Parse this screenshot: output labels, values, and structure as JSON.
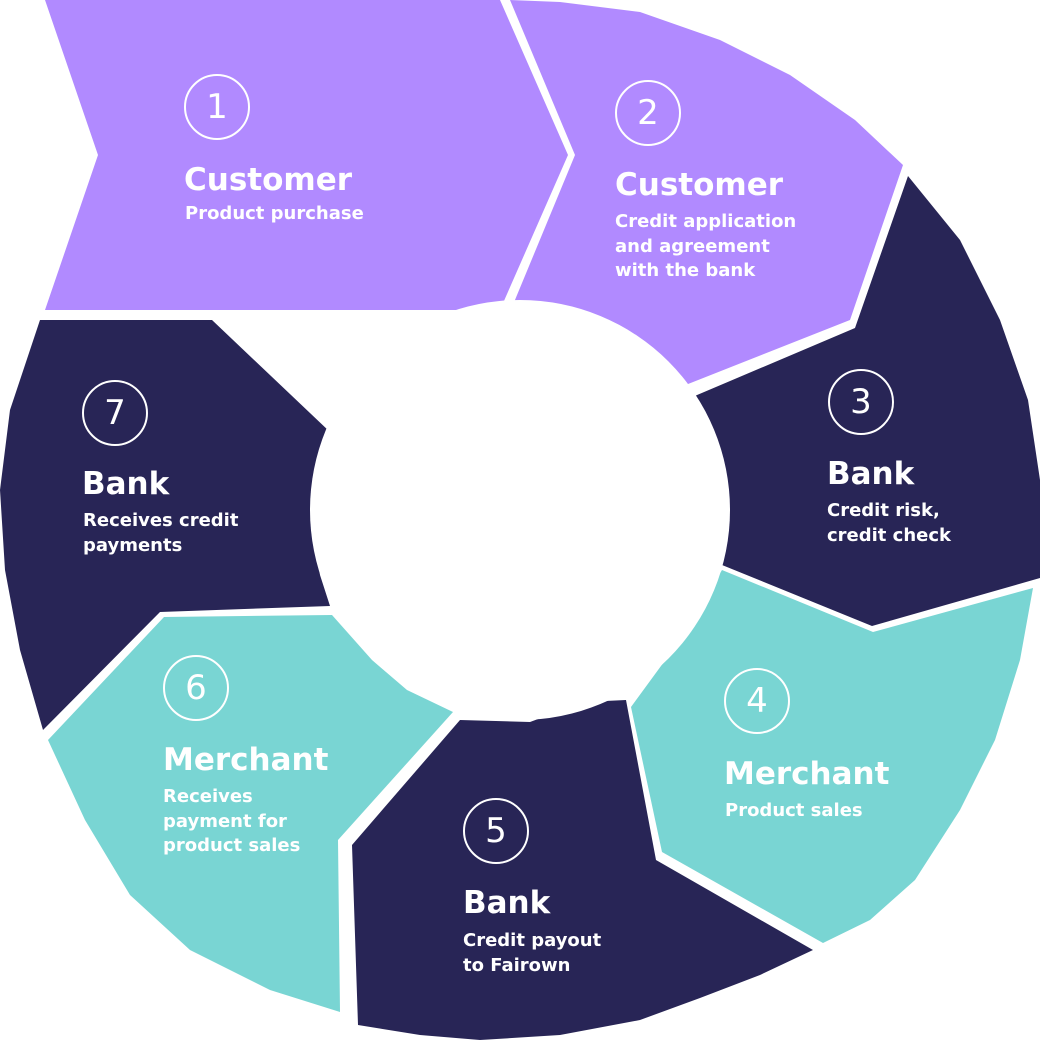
{
  "colors": {
    "customer": "#b18aff",
    "bank": "#282556",
    "merchant": "#79d5d3",
    "text": "#ffffff",
    "background": "#ffffff"
  },
  "steps": [
    {
      "number": "1",
      "title": "Customer",
      "description": "Product purchase",
      "role": "customer"
    },
    {
      "number": "2",
      "title": "Customer",
      "description": "Credit application\nand agreement\nwith the bank",
      "role": "customer"
    },
    {
      "number": "3",
      "title": "Bank",
      "description": "Credit risk,\ncredit check",
      "role": "bank"
    },
    {
      "number": "4",
      "title": "Merchant",
      "description": "Product sales",
      "role": "merchant"
    },
    {
      "number": "5",
      "title": "Bank",
      "description": "Credit payout\nto Fairown",
      "role": "bank"
    },
    {
      "number": "6",
      "title": "Merchant",
      "description": "Receives\npayment for\nproduct sales",
      "role": "merchant"
    },
    {
      "number": "7",
      "title": "Bank",
      "description": "Receives credit\npayments",
      "role": "bank"
    }
  ]
}
